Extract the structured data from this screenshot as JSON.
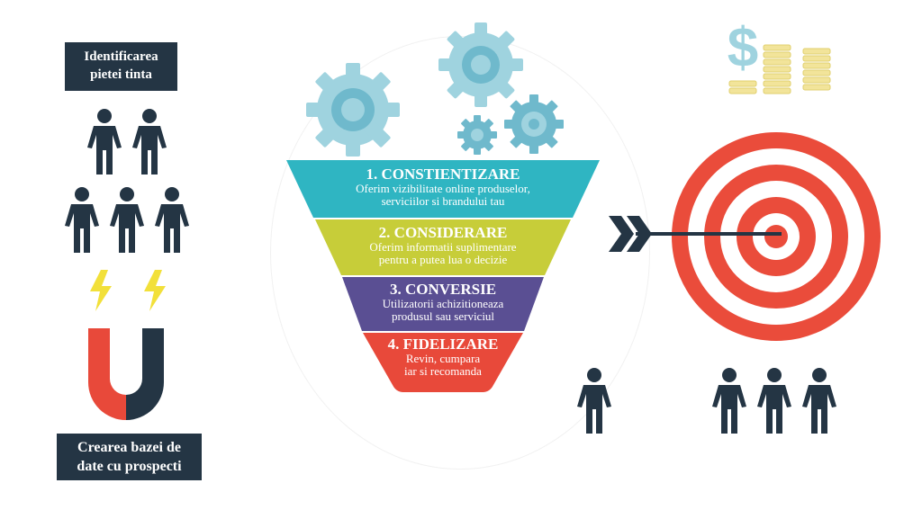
{
  "left": {
    "top_label": [
      "Identificarea",
      "pietei tinta"
    ],
    "bottom_label": [
      "Crearea bazei de",
      "date cu prospecti"
    ]
  },
  "funnel": {
    "stages": [
      {
        "title": "1. CONSTIENTIZARE",
        "desc": [
          "Oferim vizibilitate online produselor,",
          "serviciilor si brandului tau"
        ],
        "color": "#2fb5c2"
      },
      {
        "title": "2. CONSIDERARE",
        "desc": [
          "Oferim informatii suplimentare",
          "pentru a putea lua o decizie"
        ],
        "color": "#c7cd39"
      },
      {
        "title": "3. CONVERSIE",
        "desc": [
          "Utilizatorii achizitioneaza",
          "produsul sau serviciul"
        ],
        "color": "#5a4f93"
      },
      {
        "title": "4. FIDELIZARE",
        "desc": [
          "Revin, cumpara",
          "iar si recomanda"
        ],
        "color": "#e8493a"
      }
    ]
  },
  "money": {
    "symbol": "$"
  },
  "colors": {
    "dark": "#243544",
    "gear": "#9fd3df",
    "gear_inner": "#6fb9cc",
    "coin": "#f2e49a",
    "magnet_red": "#e8493a",
    "target_red": "#ea4c3b",
    "bolt": "#f2e03a"
  },
  "icons": [
    "person-icon",
    "gear-icon",
    "lightning-icon",
    "magnet-icon",
    "dollar-icon",
    "coin-stack-icon",
    "target-icon",
    "arrow-icon"
  ]
}
